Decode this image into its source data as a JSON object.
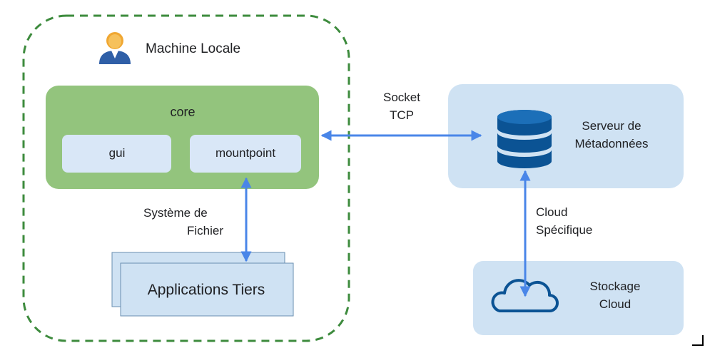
{
  "local_machine": {
    "title": "Machine Locale",
    "icon": "user-icon",
    "border_color": "#2e7d32"
  },
  "core": {
    "title": "core",
    "color": "#93c47d",
    "modules": [
      {
        "label": "gui"
      },
      {
        "label": "mountpoint"
      }
    ]
  },
  "third_party_apps": {
    "label": "Applications Tiers"
  },
  "filesystem_link": {
    "line1": "Système de",
    "line2": "Fichier"
  },
  "tcp_link": {
    "line1": "Socket",
    "line2": "TCP"
  },
  "metadata_server": {
    "line1": "Serveur de",
    "line2": "Métadonnées",
    "icon": "database-icon"
  },
  "cloud_link": {
    "line1": "Cloud",
    "line2": "Spécifique"
  },
  "cloud_storage": {
    "line1": "Stockage",
    "line2": "Cloud",
    "icon": "cloud-icon"
  },
  "colors": {
    "arrow": "#4a86e8",
    "light_blue": "#cfe2f3",
    "dark_blue": "#0b5394",
    "module_bg": "#d9e7f7"
  }
}
